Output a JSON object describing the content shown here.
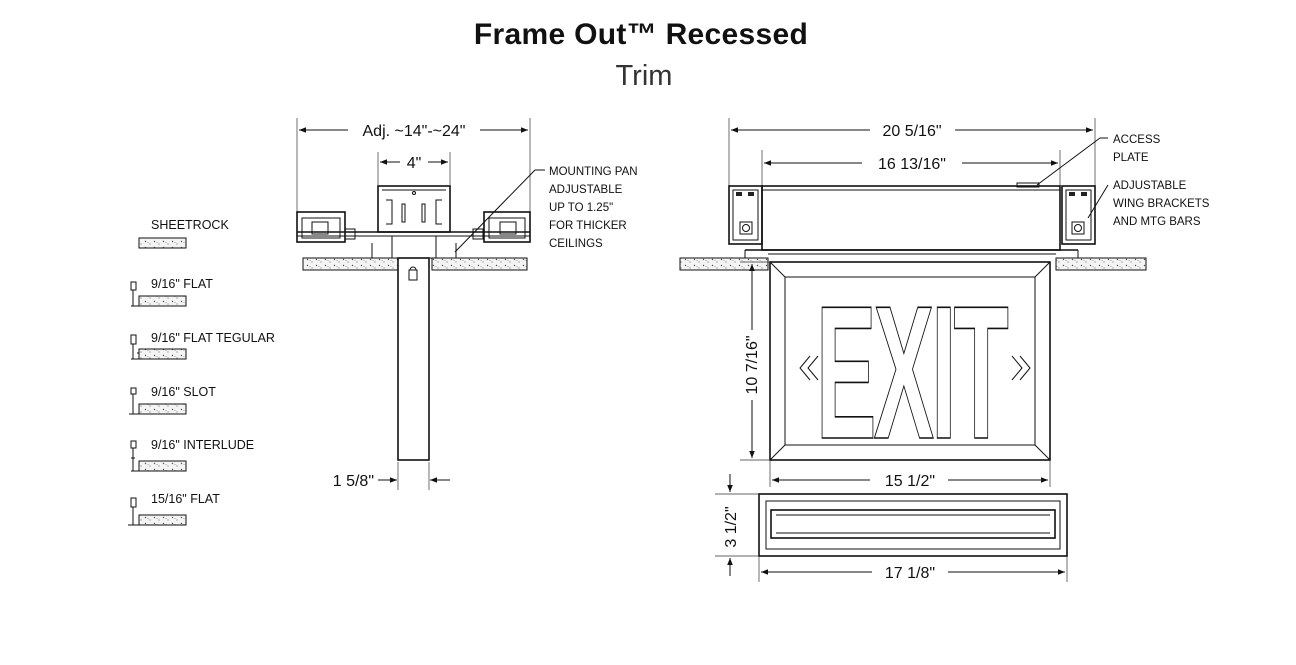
{
  "title": "Frame Out™ Recessed",
  "subtitle": "Trim",
  "side_view": {
    "dim_width": "Adj. ~14\"-~24\"",
    "dim_box": "4\"",
    "dim_stem": "1 5/8\"",
    "note_lines": [
      "MOUNTING PAN",
      "ADJUSTABLE",
      "UP TO 1.25\"",
      "FOR THICKER",
      "CEILINGS"
    ]
  },
  "front_view": {
    "dim_overall": "20 5/16\"",
    "dim_housing": "16 13/16\"",
    "dim_height": "10 7/16\"",
    "dim_face": "15 1/2\"",
    "exit_text": "EXIT",
    "note_access": [
      "ACCESS",
      "PLATE"
    ],
    "note_brackets": [
      "ADJUSTABLE",
      "WING BRACKETS",
      "AND MTG BARS"
    ]
  },
  "bottom_view": {
    "dim_width": "17 1/8\"",
    "dim_depth": "3 1/2\""
  },
  "legend": [
    "SHEETROCK",
    "9/16\" FLAT",
    "9/16\" FLAT TEGULAR",
    "9/16\" SLOT",
    "9/16\" INTERLUDE",
    "15/16\" FLAT"
  ]
}
